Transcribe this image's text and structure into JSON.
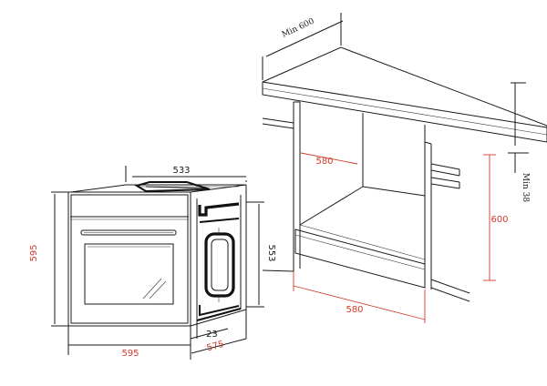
{
  "colors": {
    "line": "#1a1a1a",
    "accent": "#d23a2a",
    "background": "#ffffff"
  },
  "oven": {
    "depth_top": "533",
    "height_right": "553",
    "height_left": "595",
    "width_bottom": "595",
    "door_offset": "23",
    "depth_bottom": "575"
  },
  "cabinet": {
    "min_width": "Min 600",
    "min_gap": "Min 38",
    "niche_depth": "580",
    "niche_height": "600",
    "niche_width": "580"
  }
}
